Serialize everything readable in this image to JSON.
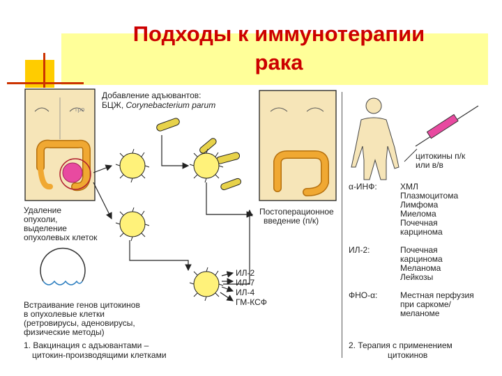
{
  "slide": {
    "title_line1": "Подходы к иммунотерапии",
    "title_line2": "рака"
  },
  "diagram": {
    "adjuvants_line1": "Добавление адъювантов:",
    "adjuvants_line2_a": "БЦЖ, ",
    "adjuvants_line2_b": "Corynebacterium parum",
    "removal": [
      "Удаление",
      "опухоли,",
      "выделение",
      "опухолевых клеток"
    ],
    "postop": [
      "Постоперационное",
      "введение (п/к)"
    ],
    "genes": [
      "Встраивание генов цитокинов",
      "в опухолевые клетки",
      "(ретровирусы, аденовирусы,",
      "физические методы)"
    ],
    "cytokine_list": [
      "ИЛ-2",
      "ИЛ-7",
      "ИЛ-4",
      "ГМ-КСФ"
    ],
    "vaccination": [
      "1. Вакцинация с адъювантами –",
      "цитокин-производящими клетками"
    ],
    "injection": [
      "цитокины п/к",
      "или в/в"
    ],
    "therapy_table": [
      {
        "agent": "α-ИНФ:",
        "uses": [
          "ХМЛ",
          "Плазмоцитома",
          "Лимфома",
          "Миелома",
          "Почечная",
          "карцинома"
        ]
      },
      {
        "agent": "ИЛ-2:",
        "uses": [
          "Почечная",
          "карцинома",
          "Меланома",
          "Лейкозы"
        ]
      },
      {
        "agent": "ФНО-α:",
        "uses": [
          "Местная перфузия",
          "при саркоме/",
          "меланоме"
        ]
      }
    ],
    "therapy_footer": [
      "2. Терапия с применением",
      "цитокинов"
    ]
  },
  "colors": {
    "title": "#cc0000",
    "title_band": "#ffff99",
    "skin": "#f6e5b8",
    "colon": "#f0a832",
    "cell": "#fff27a",
    "bacteria": "#e7d24a",
    "syringe": "#e84aa0",
    "arrow": "#222222"
  }
}
